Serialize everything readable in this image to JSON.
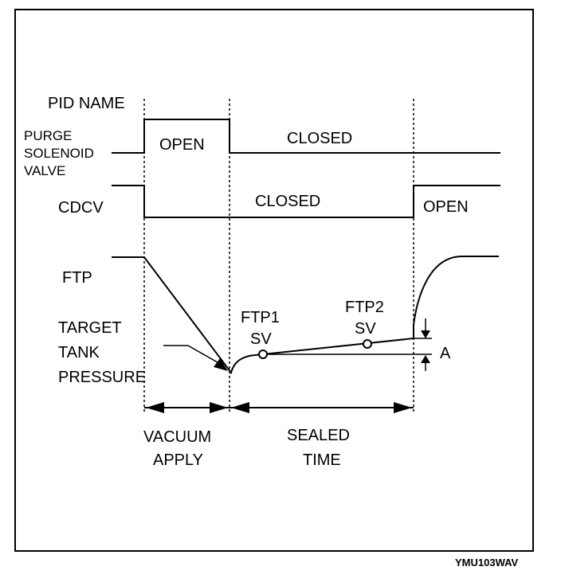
{
  "labels": {
    "pid_name": "PID NAME",
    "purge_line1": "PURGE",
    "purge_line2": "SOLENOID",
    "purge_line3": "VALVE",
    "cdcv": "CDCV",
    "ftp": "FTP",
    "target_line1": "TARGET",
    "target_line2": "TANK",
    "target_line3": "PRESSURE",
    "purge_open": "OPEN",
    "purge_closed": "CLOSED",
    "cdcv_closed": "CLOSED",
    "cdcv_open": "OPEN",
    "ftp1_line1": "FTP1",
    "ftp1_line2": "SV",
    "ftp2_line1": "FTP2",
    "ftp2_line2": "SV",
    "delta": "A",
    "vacuum_line1": "VACUUM",
    "vacuum_line2": "APPLY",
    "sealed_line1": "SEALED",
    "sealed_line2": "TIME",
    "figure_code": "YMU103WAV"
  }
}
